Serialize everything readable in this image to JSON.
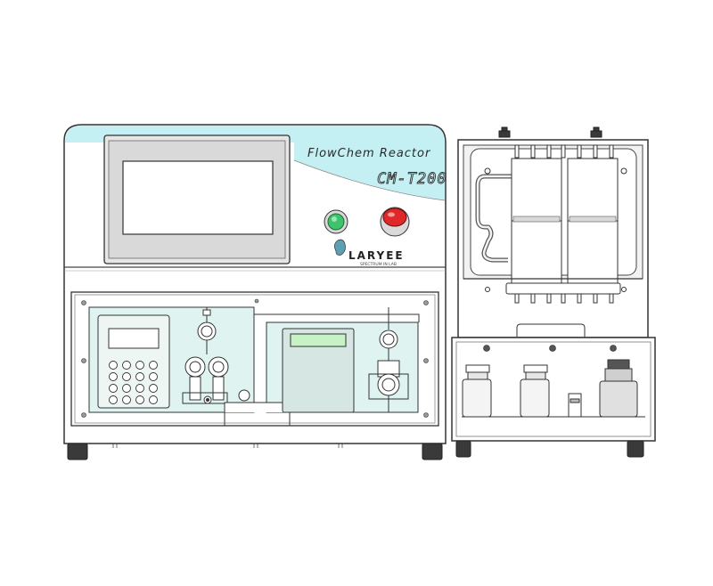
{
  "device": {
    "product_name": "FlowChem Reactor",
    "model": "CM-T200",
    "brand": "LARYEE",
    "brand_sub": "SPECTRUM IN LAB",
    "accent_color": "#bfeef2",
    "start_button_color": "#3cc36b",
    "stop_button_color": "#e02828"
  },
  "keypad": {
    "keys": [
      "",
      "",
      "",
      "",
      "",
      "",
      "",
      "",
      "",
      "",
      "",
      "",
      "",
      "",
      "",
      ""
    ]
  }
}
